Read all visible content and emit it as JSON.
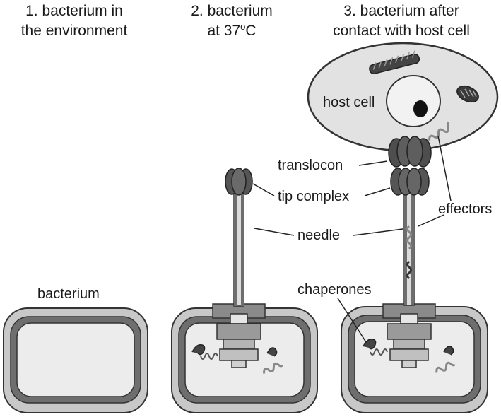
{
  "headings": {
    "stage1": {
      "line1": "1. bacterium in",
      "line2": "the environment"
    },
    "stage2": {
      "line1": "2. bacterium",
      "line2_prefix": "at 37",
      "line2_deg": "o",
      "line2_suffix": "C"
    },
    "stage3": {
      "line1": "3. bacterium after",
      "line2": "contact with host cell"
    }
  },
  "labels": {
    "bacterium": "bacterium",
    "host_cell": "host cell",
    "translocon": "translocon",
    "tip_complex": "tip complex",
    "needle": "needle",
    "effectors": "effectors",
    "chaperones": "chaperones"
  },
  "colors": {
    "outer_membrane": "#c8c8c8",
    "inner_membrane": "#6e6e6e",
    "cytoplasm": "#ececec",
    "outline": "#333333",
    "host_cell_fill": "#e2e2e2",
    "dark_protein": "#5a5a5a",
    "needle_fill": "#dcdcdc"
  }
}
